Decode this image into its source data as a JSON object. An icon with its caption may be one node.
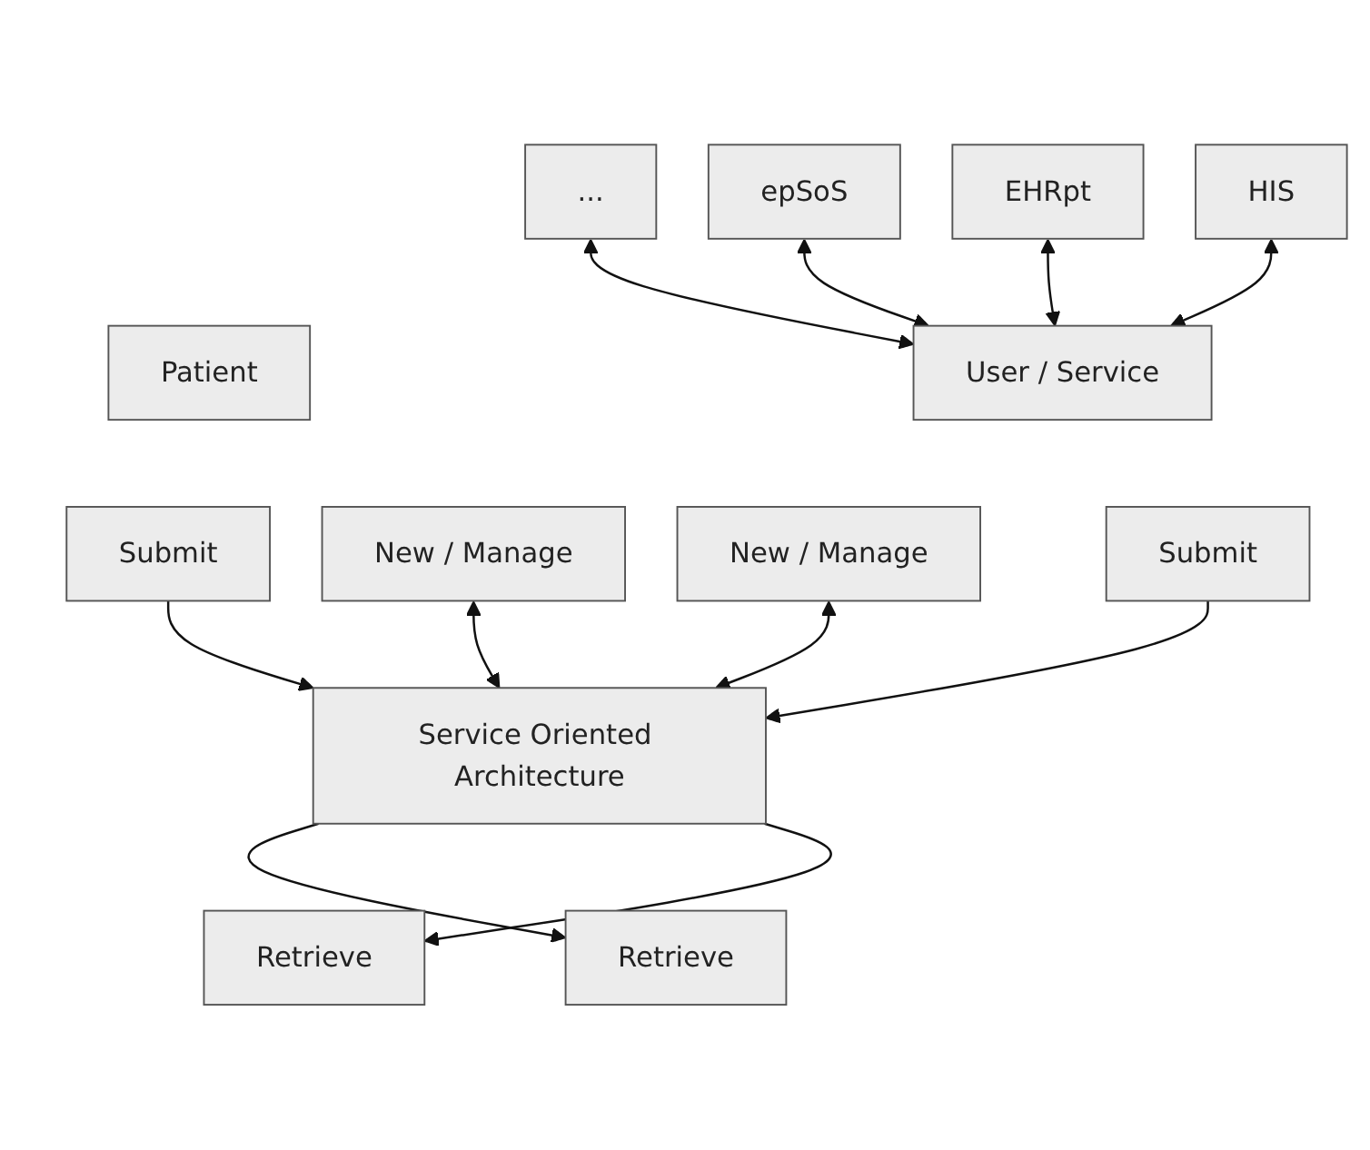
{
  "diagram": {
    "nodes": [
      {
        "text": [
          "HIS"
        ]
      },
      {
        "text": [
          "EHRpt"
        ]
      },
      {
        "text": [
          "epSoS"
        ]
      },
      {
        "text": [
          "..."
        ]
      },
      {
        "text": [
          "Patient"
        ]
      },
      {
        "text": [
          "User / Service"
        ]
      },
      {
        "text": [
          "New / Manage"
        ]
      },
      {
        "text": [
          "Submit"
        ]
      },
      {
        "text": [
          "Retrieve"
        ]
      },
      {
        "text": [
          "Submit"
        ]
      },
      {
        "text": [
          "Retrieve"
        ]
      },
      {
        "text": [
          "New / Manage"
        ]
      },
      {
        "text": [
          "Service Oriented Architecture"
        ]
      }
    ],
    "edges": [
      {
        "from": 0,
        "to": 5,
        "arrow": "both"
      },
      {
        "from": 1,
        "to": 5,
        "arrow": "both"
      },
      {
        "from": 2,
        "to": 5,
        "arrow": "both"
      },
      {
        "from": 3,
        "to": 5,
        "arrow": "both"
      },
      {
        "from": 6,
        "to": 12,
        "arrow": "both"
      },
      {
        "from": 7,
        "to": 12,
        "arrow": "to"
      },
      {
        "from": 12,
        "to": 8,
        "arrow": "to"
      },
      {
        "from": 9,
        "to": 12,
        "arrow": "to"
      },
      {
        "from": 12,
        "to": 10,
        "arrow": "to"
      },
      {
        "from": 11,
        "to": 12,
        "arrow": "both"
      }
    ]
  }
}
